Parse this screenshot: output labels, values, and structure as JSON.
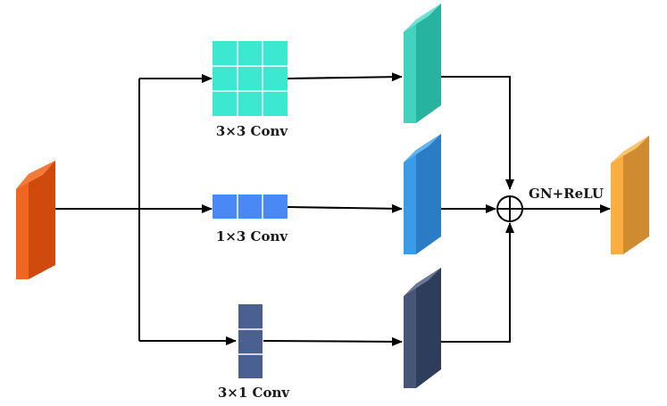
{
  "labels": {
    "conv3x3": "3×3 Conv",
    "conv1x3": "1×3 Conv",
    "conv3x1": "3×1 Conv",
    "gn_relu": "GN+ReLU"
  },
  "colors": {
    "input_front": "#f06520",
    "input_side": "#cf4a0c",
    "teal": "#3de8d0",
    "teal_front": "#42d3c0",
    "teal_side": "#27b39f",
    "blue": "#4a88f5",
    "blue_front": "#3a9ce6",
    "blue_side": "#2a7cc4",
    "slate": "#4a6090",
    "slate_front": "#465578",
    "slate_side": "#2f3d5c",
    "output_front": "#fbae40",
    "output_side": "#d08a30",
    "grid_line": "#ffffff",
    "wire": "#000000"
  },
  "icons": {
    "sum_node": "circle-plus-icon",
    "arrowhead": "arrowhead-icon"
  }
}
